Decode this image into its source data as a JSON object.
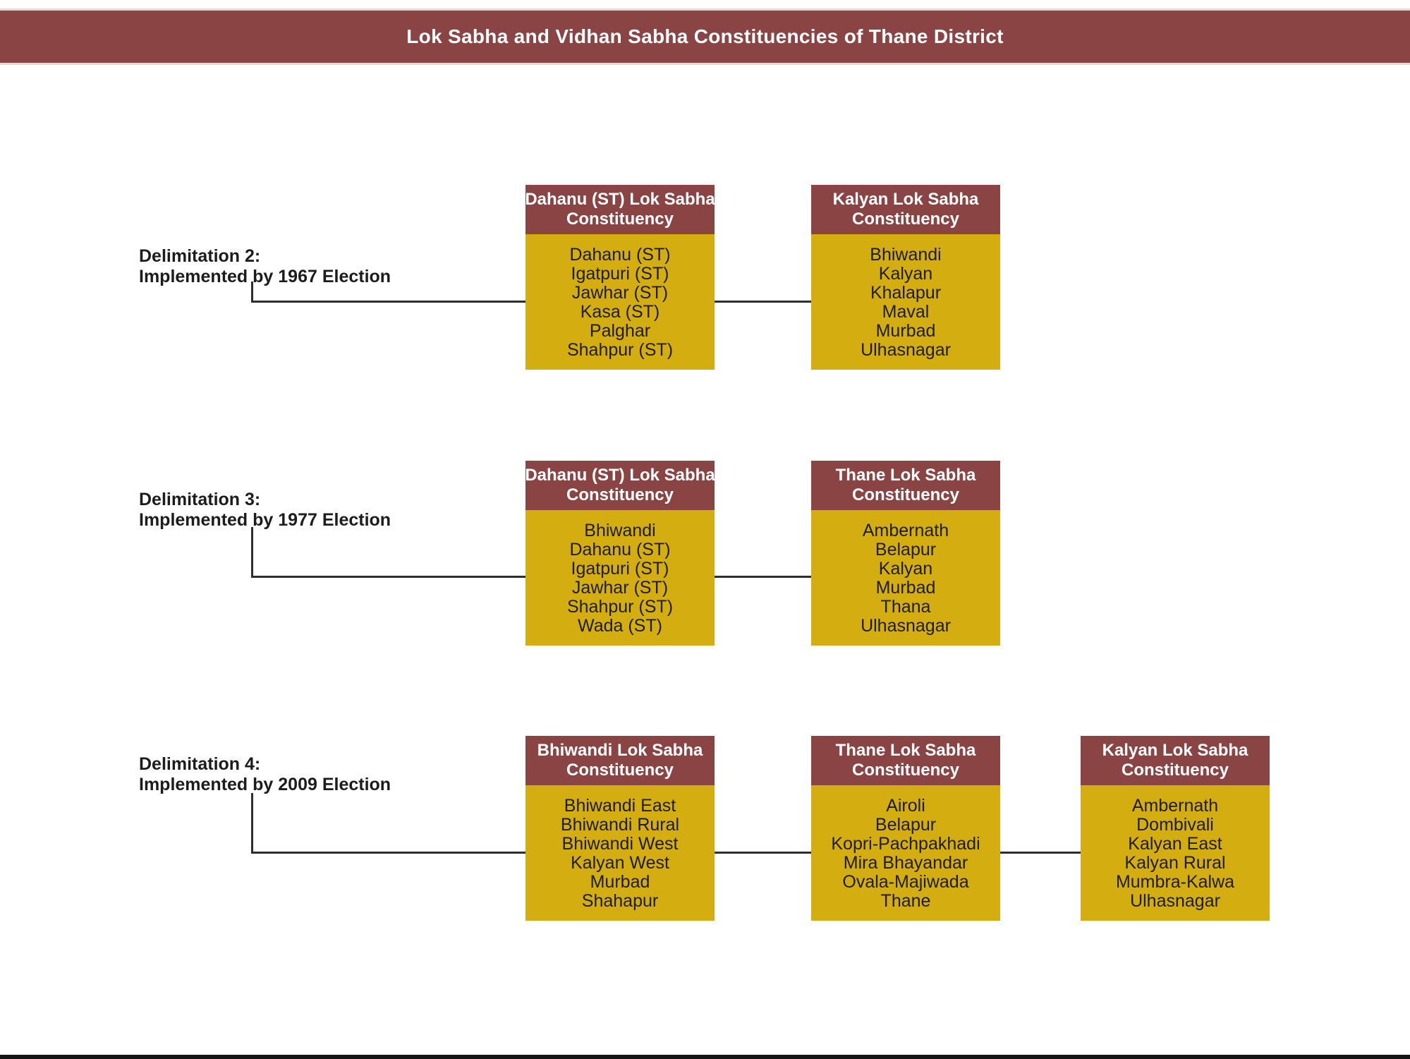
{
  "title": "Lok Sabha and Vidhan Sabha Constituencies of Thane District",
  "colors": {
    "maroon": "#8b4444",
    "yellow": "#d4ad10",
    "line": "#2e2e2e",
    "banner_edge": "#e7d4d4",
    "bottom_bar": "#151515"
  },
  "rows": [
    {
      "label_line1": "Delimitation 2:",
      "label_line2": "Implemented by 1967 Election",
      "boxes": [
        {
          "title_line1": "Dahanu (ST) Lok Sabha",
          "title_line2": "Constituency",
          "items": [
            "Dahanu (ST)",
            "Igatpuri (ST)",
            "Jawhar (ST)",
            "Kasa (ST)",
            "Palghar",
            "Shahpur (ST)"
          ]
        },
        {
          "title_line1": "Kalyan Lok Sabha",
          "title_line2": "Constituency",
          "items": [
            "Bhiwandi",
            "Kalyan",
            "Khalapur",
            "Maval",
            "Murbad",
            "Ulhasnagar"
          ]
        }
      ]
    },
    {
      "label_line1": "Delimitation 3:",
      "label_line2": "Implemented by 1977 Election",
      "boxes": [
        {
          "title_line1": "Dahanu (ST) Lok Sabha",
          "title_line2": "Constituency",
          "items": [
            "Bhiwandi",
            "Dahanu (ST)",
            "Igatpuri (ST)",
            "Jawhar (ST)",
            "Shahpur (ST)",
            "Wada (ST)"
          ]
        },
        {
          "title_line1": "Thane Lok Sabha",
          "title_line2": "Constituency",
          "items": [
            "Ambernath",
            "Belapur",
            "Kalyan",
            "Murbad",
            "Thana",
            "Ulhasnagar"
          ]
        }
      ]
    },
    {
      "label_line1": "Delimitation 4:",
      "label_line2": "Implemented by 2009 Election",
      "boxes": [
        {
          "title_line1": "Bhiwandi Lok Sabha",
          "title_line2": "Constituency",
          "items": [
            "Bhiwandi East",
            "Bhiwandi Rural",
            "Bhiwandi West",
            "Kalyan West",
            "Murbad",
            "Shahapur"
          ]
        },
        {
          "title_line1": "Thane Lok Sabha",
          "title_line2": "Constituency",
          "items": [
            "Airoli",
            "Belapur",
            "Kopri-Pachpakhadi",
            "Mira Bhayandar",
            "Ovala-Majiwada",
            "Thane"
          ]
        },
        {
          "title_line1": "Kalyan Lok Sabha",
          "title_line2": "Constituency",
          "items": [
            "Ambernath",
            "Dombivali",
            "Kalyan East",
            "Kalyan Rural",
            "Mumbra-Kalwa",
            "Ulhasnagar"
          ]
        }
      ]
    }
  ]
}
